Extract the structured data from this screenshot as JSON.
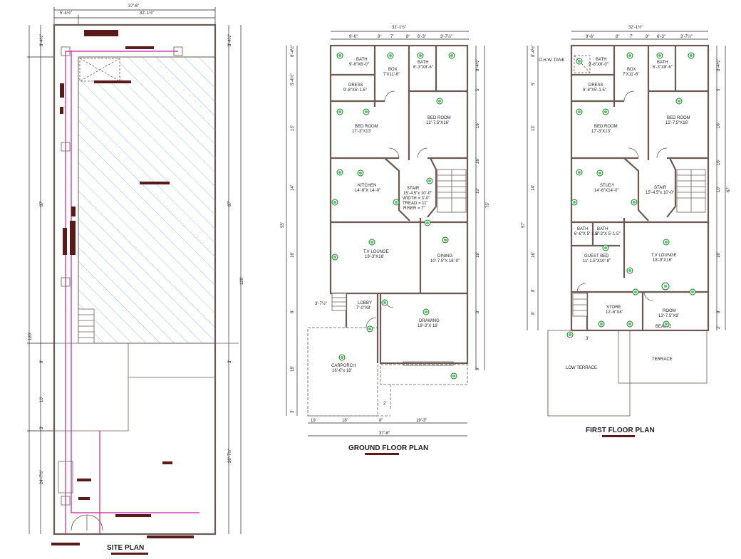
{
  "site": {
    "title": "SITE PLAN",
    "top_total": "37'-6\"",
    "top_left": "5'-4½\"",
    "top_right": "32'-1½\"",
    "left_total": "120'",
    "left_main": "87'",
    "left_top": "8'-4½\"",
    "left_9": "9'",
    "left_10": "10'",
    "left_3": "3'",
    "left_bottom": "24'-7½\"",
    "right_main": "87'",
    "right_total": "120'",
    "right_top": "8'-4½\"",
    "right_3": "3'",
    "right_bottom": "36'-7½\""
  },
  "ground": {
    "title": "GROUND FLOOR PLAN",
    "top_total": "32'-1½\"",
    "top_segs": [
      "9'-6\"",
      "8\"",
      "7'",
      "8\"",
      "6'-3\"",
      "3'-7½\""
    ],
    "bottom_total": "37'-6\"",
    "bottom_segs": [
      "19'",
      "18'",
      "8\"",
      "19'-3\""
    ],
    "left_total": "55'",
    "right_total": "75'",
    "left_segs": [
      "8'-4½\"",
      "5'-4½\"",
      "13'",
      "14'",
      "16'",
      "8'",
      "18'",
      "3'"
    ],
    "right_segs": [
      "8'-4½\"",
      "5'",
      "16'",
      "16'",
      "10'",
      "16'",
      "8'",
      "9'"
    ],
    "rooms": [
      {
        "name": "BATH",
        "size": "9'-8\"X6'-0\""
      },
      {
        "name": "BOX",
        "size": "7'X11'-6\""
      },
      {
        "name": "BATH",
        "size": "6'-3\"X8'-6\""
      },
      {
        "name": "DRESS",
        "size": "9'-8\"X5'-1.5\""
      },
      {
        "name": "BED ROOM",
        "size": "17'-3\"X13'"
      },
      {
        "name": "BED ROOM",
        "size": "12'-7.5\"X16'"
      },
      {
        "name": "KITCHEN",
        "size": "14'-6\"X 14'-0\""
      },
      {
        "name": "STAIR",
        "size": "15'-4.5\"x 10'-0\""
      },
      {
        "name": "T.V LOUNGE",
        "size": "19'-3\"X16'"
      },
      {
        "name": "DINING",
        "size": "10'-7.5\"X 16'-0\""
      },
      {
        "name": "LOBBY",
        "size": "7'-0\"X8'"
      },
      {
        "name": "DRAWING",
        "size": "19'-3\"X 16'"
      },
      {
        "name": "CARPORCH",
        "size": "16'-0\"x 18'"
      }
    ],
    "stair_notes": [
      "WIDTH = 3'-0\"",
      "TREAD = 11\"",
      "RISER = 7\""
    ],
    "lobby_dim": "3'-7½\"",
    "porch_dim": "2'"
  },
  "first": {
    "title": "FIRST FLOOR PLAN",
    "top_total": "32'-1½\"",
    "top_segs": [
      "9'-6\"",
      "8\"",
      "7'",
      "8\"",
      "6'-3\"",
      "3'-7½\""
    ],
    "left_total": "57'",
    "right_total": "67'",
    "left_segs": [
      "8'-4½\"",
      "5'",
      "13'",
      "14'",
      "16'",
      "8'",
      "8'"
    ],
    "right_segs": [
      "8'-4½\"",
      "5'",
      "16'",
      "16'",
      "10'",
      "16'",
      "8'",
      "2'"
    ],
    "tank": "O.H.W. TANK",
    "rooms": [
      {
        "name": "BATH",
        "size": "9'-8\"X6'-0\""
      },
      {
        "name": "BOX",
        "size": "7'X11'-6\""
      },
      {
        "name": "BATH",
        "size": "6'-3\"X8'-6\""
      },
      {
        "name": "DRESS",
        "size": "9'-8\"X5'-1.5\""
      },
      {
        "name": "BED ROOM",
        "size": "17'-3\"X13'"
      },
      {
        "name": "BED ROOM",
        "size": "12'-7.5\"X16'"
      },
      {
        "name": "STUDY",
        "size": "14'-6\"X14'-0\""
      },
      {
        "name": "STAIR",
        "size": "15'-4.5\"x 10'-0\""
      },
      {
        "name": "BATH",
        "size": "6'-6\"X 5'-1.5\""
      },
      {
        "name": "BATH",
        "size": "6'-3\"X 5'-1.5\""
      },
      {
        "name": "GUEST BED",
        "size": "11'-1.5\"X10'-8\""
      },
      {
        "name": "T.V LOUNGE",
        "size": "18'-9\"X16'"
      },
      {
        "name": "STORE",
        "size": "12'-6\"X8'"
      },
      {
        "name": "ROOM",
        "size": "13'-7.5\"X8'"
      },
      {
        "name": "BEAM-2",
        "size": ""
      },
      {
        "name": "LOW TERRACE",
        "size": ""
      },
      {
        "name": "TERRACE",
        "size": ""
      }
    ],
    "small_dim": "3'"
  }
}
